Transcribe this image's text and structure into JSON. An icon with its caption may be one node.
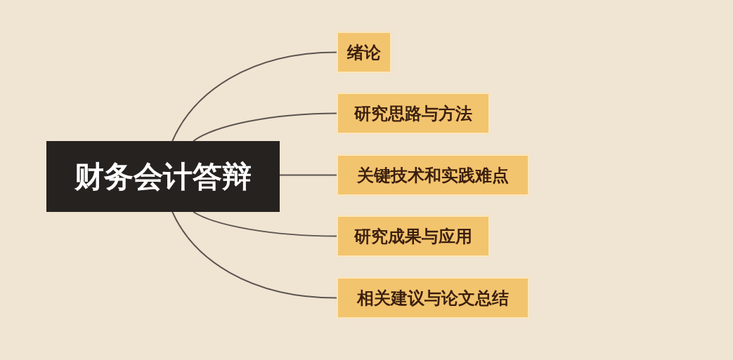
{
  "diagram": {
    "nodes": [
      {
        "text": [
          "财务会计答辩"
        ]
      },
      {
        "text": [
          "绪论"
        ]
      },
      {
        "text": [
          "研究思路与方法"
        ]
      },
      {
        "text": [
          "关键技术和实践难点"
        ]
      },
      {
        "text": [
          "研究成果与应用"
        ]
      },
      {
        "text": [
          "相关建议与论文总结"
        ]
      }
    ],
    "edges": [
      {
        "from": 0,
        "to": 1,
        "arrow": "none"
      },
      {
        "from": 0,
        "to": 2,
        "arrow": "none"
      },
      {
        "from": 0,
        "to": 3,
        "arrow": "none"
      },
      {
        "from": 0,
        "to": 4,
        "arrow": "none"
      },
      {
        "from": 0,
        "to": 5,
        "arrow": "none"
      }
    ]
  }
}
